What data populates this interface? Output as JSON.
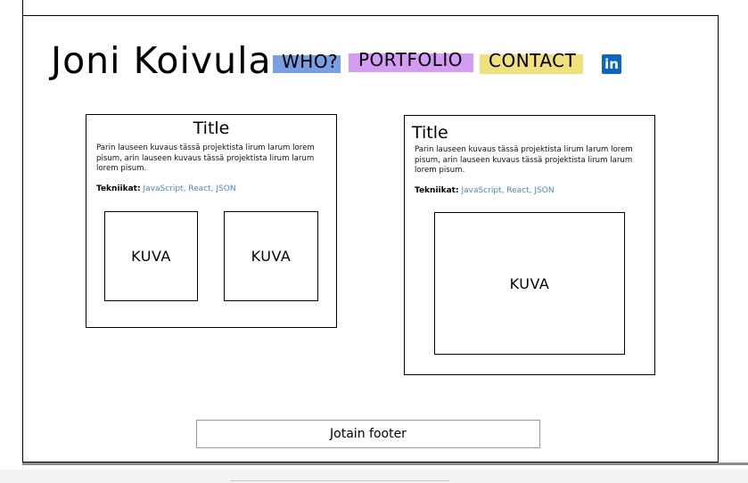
{
  "header": {
    "site_title": "Joni Koivula",
    "nav": [
      {
        "label": "WHO?",
        "color": "#7b9fe3"
      },
      {
        "label": "PORTFOLIO",
        "color": "#d49cf2"
      },
      {
        "label": "CONTACT",
        "color": "#efe17d"
      }
    ],
    "linkedin": {
      "icon": "linkedin-icon",
      "glyph": "in",
      "color": "#0a66c2"
    }
  },
  "projects": [
    {
      "title": "Title",
      "description": "Parin lauseen kuvaus tässä projektista lirum larum lorem pisum, arin lauseen kuvaus tässä projektista lirum larum lorem pisum.",
      "tech_label": "Tekniikat:",
      "tech_values": "JavaScript, React, JSON",
      "images": [
        "KUVA",
        "KUVA"
      ]
    },
    {
      "title": "Title",
      "description": "Parin lauseen kuvaus tässä projektista lirum larum lorem pisum, arin lauseen kuvaus tässä projektista lirum larum lorem pisum.",
      "tech_label": "Tekniikat:",
      "tech_values": "JavaScript, React, JSON",
      "images": [
        "KUVA"
      ]
    }
  ],
  "footer": {
    "text": "Jotain footer"
  }
}
